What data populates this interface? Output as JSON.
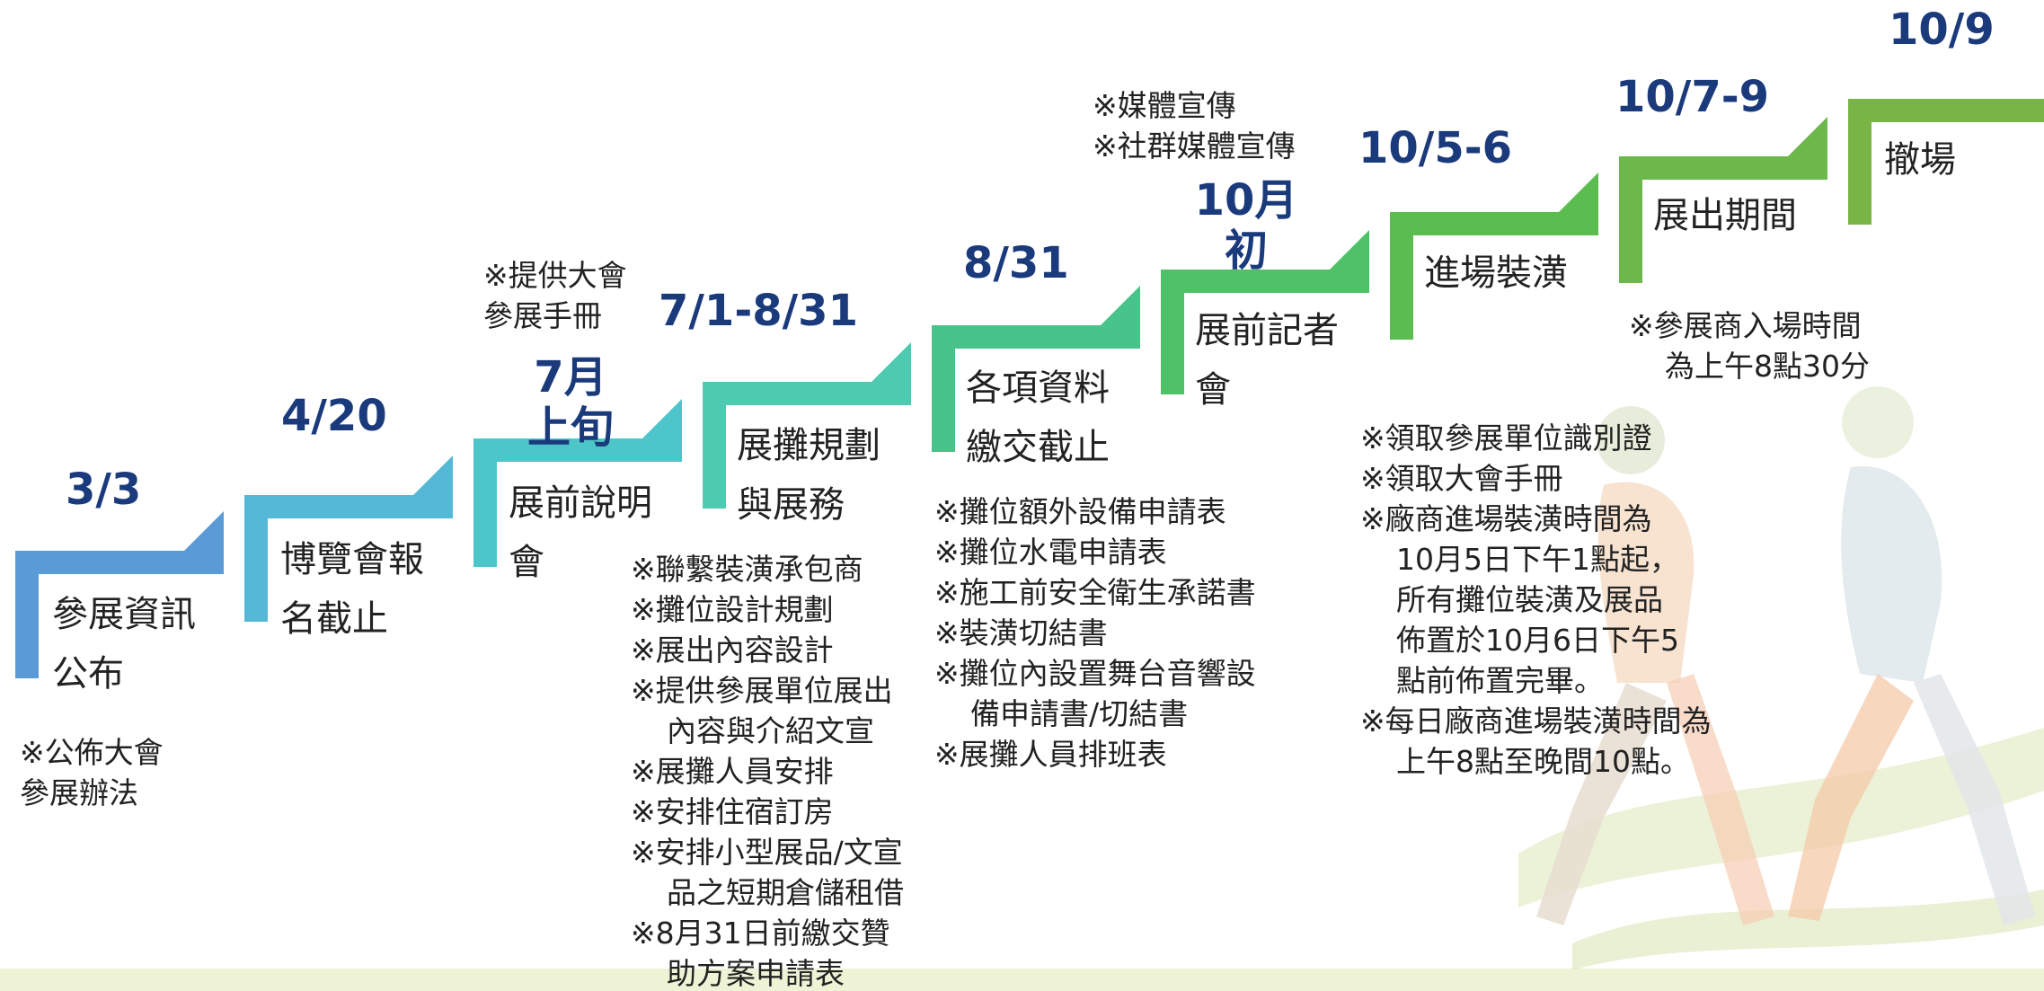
{
  "colors": [
    "#5b9bd5",
    "#55b8d6",
    "#4cc6c8",
    "#4ecab0",
    "#48c48a",
    "#4fc267",
    "#5bbd4f",
    "#6cb84a",
    "#78b546"
  ],
  "steps": [
    {
      "date": [
        "3/3"
      ],
      "label": [
        "參展資訊",
        "公布"
      ],
      "notes": [
        [
          "※公佈大會",
          0
        ],
        [
          "參展辦法",
          0
        ]
      ]
    },
    {
      "date": [
        "4/20"
      ],
      "label": [
        "博覽會報",
        "名截止"
      ],
      "notes": []
    },
    {
      "date": [
        "7月",
        "上旬"
      ],
      "label": [
        "展前說明",
        "會"
      ],
      "notes": [
        [
          "※提供大會",
          0
        ],
        [
          "參展手冊",
          0
        ]
      ]
    },
    {
      "date": [
        "7/1-8/31"
      ],
      "label": [
        "展攤規劃",
        "與展務"
      ],
      "notes": [
        [
          "※聯繫裝潢承包商",
          0
        ],
        [
          "※攤位設計規劃",
          0
        ],
        [
          "※展出內容設計",
          0
        ],
        [
          "※提供參展單位展出",
          0
        ],
        [
          "內容與介紹文宣",
          1
        ],
        [
          "※展攤人員安排",
          0
        ],
        [
          "※安排住宿訂房",
          0
        ],
        [
          "※安排小型展品/文宣",
          0
        ],
        [
          "品之短期倉儲租借",
          1
        ],
        [
          "※8月31日前繳交贊",
          0
        ],
        [
          "助方案申請表",
          1
        ]
      ]
    },
    {
      "date": [
        "8/31"
      ],
      "label": [
        "各項資料",
        "繳交截止"
      ],
      "notes": [
        [
          "※攤位額外設備申請表",
          0
        ],
        [
          "※攤位水電申請表",
          0
        ],
        [
          "※施工前安全衛生承諾書",
          0
        ],
        [
          "※裝潢切結書",
          0
        ],
        [
          "※攤位內設置舞台音響設",
          0
        ],
        [
          "備申請書/切結書",
          1
        ],
        [
          "※展攤人員排班表",
          0
        ]
      ]
    },
    {
      "date": [
        "10月",
        "初"
      ],
      "label": [
        "展前記者",
        "會"
      ],
      "notes": [
        [
          "※媒體宣傳",
          0
        ],
        [
          "※社群媒體宣傳",
          0
        ]
      ]
    },
    {
      "date": [
        "10/5-6"
      ],
      "label": [
        "進場裝潢"
      ],
      "notes": [
        [
          "※領取參展單位識別證",
          0
        ],
        [
          "※領取大會手冊",
          0
        ],
        [
          "※廠商進場裝潢時間為",
          0
        ],
        [
          "10月5日下午1點起，",
          1
        ],
        [
          "所有攤位裝潢及展品",
          1
        ],
        [
          "佈置於10月6日下午5",
          1
        ],
        [
          "點前佈置完畢。",
          1
        ],
        [
          "※每日廠商進場裝潢時間為",
          0
        ],
        [
          "上午8點至晚間10點。",
          1
        ]
      ]
    },
    {
      "date": [
        "10/7-9"
      ],
      "label": [
        "展出期間"
      ],
      "notes": [
        [
          "※參展商入場時間",
          0
        ],
        [
          "為上午8點30分",
          1
        ]
      ]
    },
    {
      "date": [
        "10/9"
      ],
      "label": [
        "撤場"
      ],
      "notes": []
    }
  ]
}
